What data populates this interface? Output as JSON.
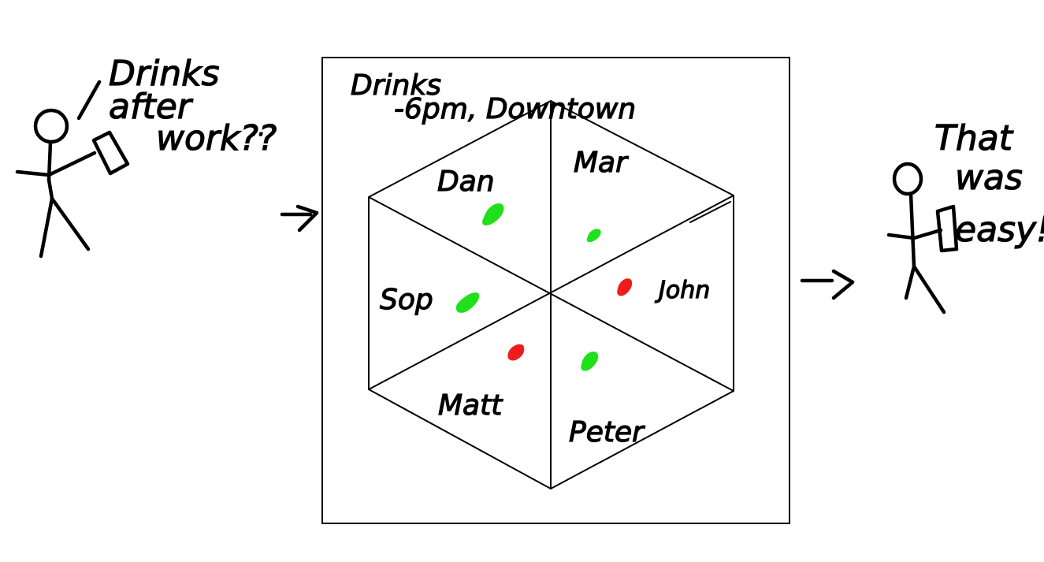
{
  "left": {
    "speech": [
      "Drinks",
      "after",
      "work??",
      ".."
    ]
  },
  "board": {
    "title_line1": "Drinks",
    "title_line2": "-6pm, Downtown",
    "segments": [
      {
        "name": "Dan",
        "status": "green"
      },
      {
        "name": "Mar",
        "status": "green"
      },
      {
        "name": "John",
        "status": "red"
      },
      {
        "name": "Peter",
        "status": "green"
      },
      {
        "name": "Matt",
        "status": "red"
      },
      {
        "name": "Sop",
        "status": "green"
      }
    ]
  },
  "right": {
    "speech": [
      "That",
      "was",
      "easy!"
    ]
  },
  "colors": {
    "green": "#1fe01a",
    "red": "#ee1d1d",
    "ink": "#000000"
  }
}
